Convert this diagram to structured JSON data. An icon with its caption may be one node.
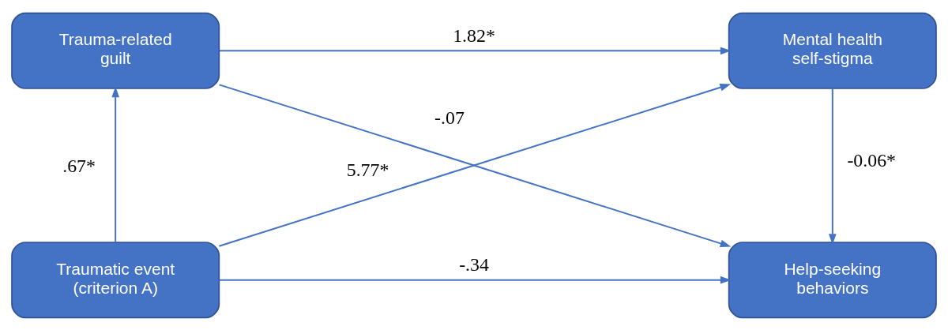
{
  "diagram": {
    "nodes": [
      {
        "text": [
          "Trauma-related guilt"
        ]
      },
      {
        "text": [
          "Mental health self-stigma"
        ]
      },
      {
        "text": [
          "Traumatic event (criterion A)"
        ]
      },
      {
        "text": [
          "Help-seeking behaviors"
        ]
      }
    ],
    "edges": [
      {
        "from": 0,
        "to": 1,
        "arrow": "to",
        "label": "1.82*"
      },
      {
        "from": 0,
        "to": 3,
        "arrow": "to",
        "label": "-.07"
      },
      {
        "from": 2,
        "to": 0,
        "arrow": "to",
        "label": ".67*"
      },
      {
        "from": 2,
        "to": 1,
        "arrow": "to",
        "label": "5.77*"
      },
      {
        "from": 1,
        "to": 3,
        "arrow": "to",
        "label": "-0.06*"
      },
      {
        "from": 2,
        "to": 3,
        "arrow": "to",
        "label": "-.34"
      }
    ]
  }
}
